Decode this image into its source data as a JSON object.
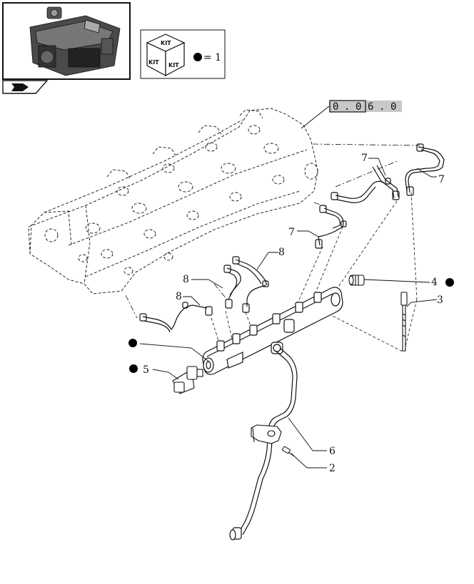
{
  "kit_box": {
    "kit_label_top": "KIT",
    "kit_label_left": "KIT",
    "kit_label_right": "KIT",
    "legend_text": "= 1"
  },
  "reference_code": {
    "chars": [
      "0",
      ".",
      "0",
      "6",
      ".",
      "0"
    ]
  },
  "callouts": {
    "c1": "7",
    "c2": "7",
    "c3": "7",
    "c4": "8",
    "c5": "8",
    "c6": "8",
    "c7": "4",
    "c8": "3",
    "c9": "5",
    "c10": "6",
    "c11": "2"
  },
  "colors": {
    "line": "#111111",
    "ref_fill": "#c8c8c8",
    "marker": "#000000"
  },
  "icons": {
    "thumbnail": "engine-thumbnail-icon",
    "nav": "next-page-arrow-icon",
    "kit": "kit-cube-icon"
  }
}
